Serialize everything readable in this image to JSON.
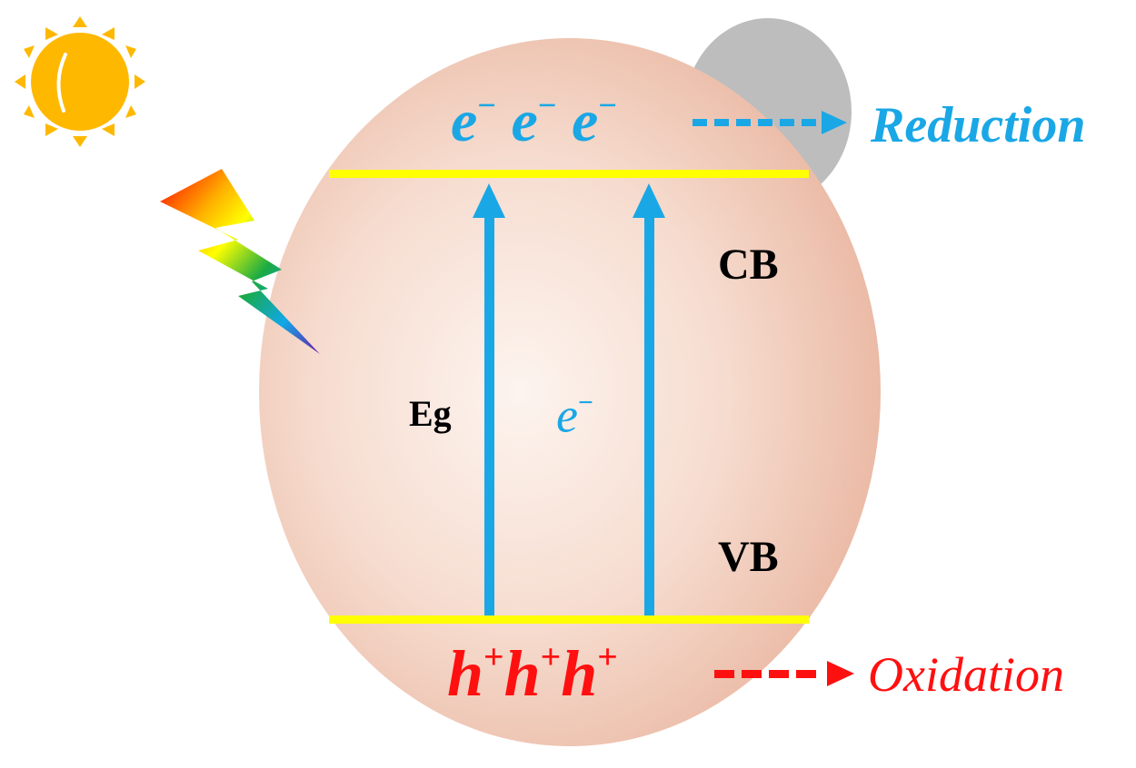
{
  "diagram": {
    "type": "photocatalysis-band-diagram",
    "colors": {
      "particle_edge": "#eab8a3",
      "particle_center": "#fdf4ef",
      "cocatalyst": "#bdbdbd",
      "band_line": "#ffff00",
      "electron": "#1aa7e6",
      "hole": "#ff1010",
      "band_label": "#000000",
      "sun": "#ffb800"
    },
    "icons": {
      "sun": "sun-icon",
      "light": "rainbow-lightning-icon",
      "cocatalyst": "gray-cocatalyst-particle"
    },
    "electrons": {
      "symbol": "e",
      "charge": "−",
      "count": 3
    },
    "holes": {
      "symbol": "h",
      "charge": "+",
      "count": 3
    },
    "labels": {
      "reduction": "Reduction",
      "oxidation": "Oxidation",
      "conduction_band": "CB",
      "valence_band": "VB",
      "band_gap": "Eg",
      "excited_electron": "e",
      "excited_electron_charge": "−"
    }
  }
}
